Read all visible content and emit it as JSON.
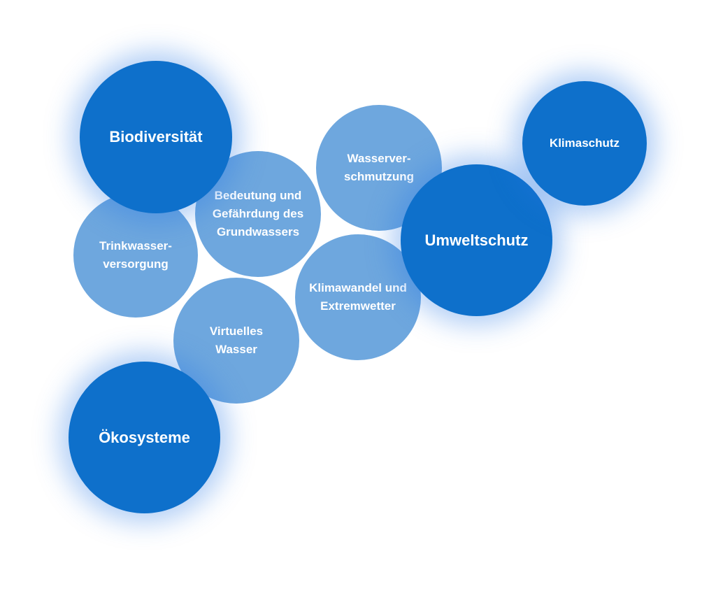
{
  "colors": {
    "primary": "#0e70cb",
    "secondary": "#6ea7de",
    "text": "#ffffff"
  },
  "bubbles": {
    "biodiversitaet": "Biodiversität",
    "klimaschutz": "Klimaschutz",
    "wasserverschmutzung": "Wasserver-\nschmutzung",
    "grundwasser": "Bedeutung und\nGefährdung des\nGrundwassers",
    "trinkwasser": "Trinkwasser-\nversorgung",
    "umweltschutz": "Umweltschutz",
    "klimawandel": "Klimawandel und\nExtremwetter",
    "virtuelles_wasser": "Virtuelles\nWasser",
    "oekosysteme": "Ökosysteme"
  }
}
